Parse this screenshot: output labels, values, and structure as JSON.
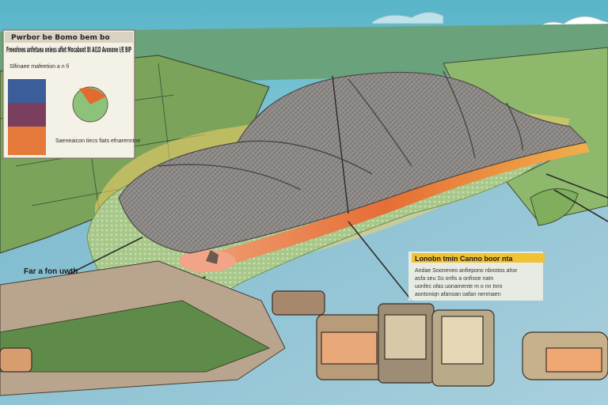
{
  "legend_panel": {
    "header": "Pwrbor be Bomo bem bo",
    "title": "Freeohnes anfetuea oniess afiet Mocaboot BI AI1D Avonone I/E BIP",
    "subtitle": "Slfinaee mafeetion a n fi",
    "caption": "Saeneaicon tiecs fiats efnarenntoe"
  },
  "left_callout": {
    "label": "Far a fon uwth"
  },
  "annotation_box": {
    "title": "Lonobn tmin Canno boor nta",
    "lines": [
      "Andae Sooneneo anfiepono nbnotos ahor",
      "asfa seu Ss onfis a onfisoe natn",
      "uonfec ofas uonamente m o nn tnro",
      "aontoniqn afanoan oafan nenmaen"
    ]
  },
  "colors": {
    "sky": "#cfe6ee",
    "water": "#7fb6cc",
    "land": "#78a05a",
    "flow_orange": "#e8743c",
    "flow_gray": "#8c8886",
    "panel_bg": "#f4f1e6",
    "highlight": "#f1c233"
  }
}
